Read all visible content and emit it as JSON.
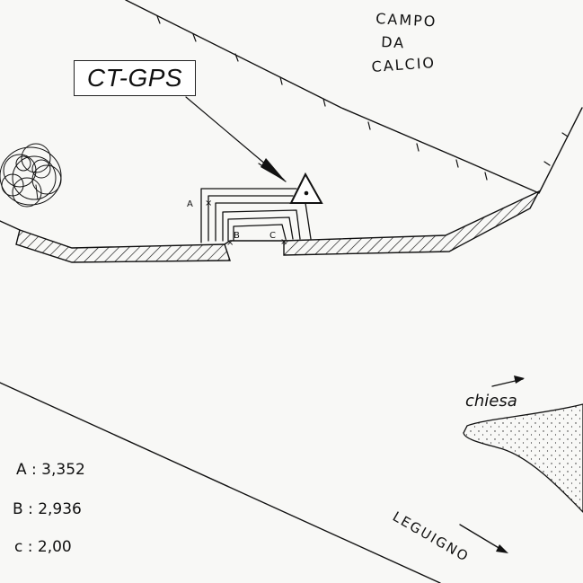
{
  "sketch": {
    "title_box": "CT-GPS",
    "field_label": [
      "CAMPO",
      "DA",
      "CALCIO"
    ],
    "church_label": "chiesa",
    "road_label": "LEGUIGNO",
    "points": [
      {
        "id": "A",
        "value": "3,352",
        "row": "A : 3,352"
      },
      {
        "id": "B",
        "value": "2,936",
        "row": "B : 2,936"
      },
      {
        "id": "C",
        "value": "2,00",
        "row": "c : 2,00"
      }
    ],
    "point_markers": [
      "A",
      "B",
      "C"
    ]
  }
}
